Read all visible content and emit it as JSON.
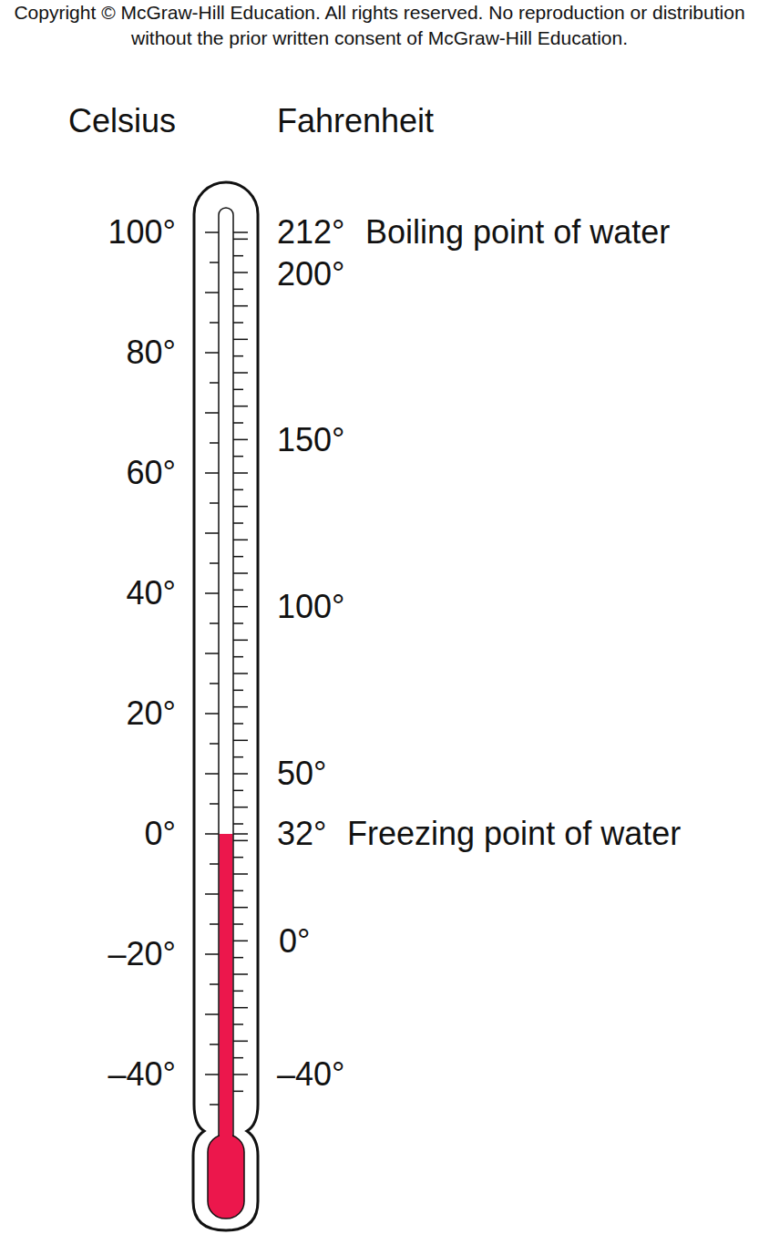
{
  "diagram": {
    "labels": [
      "Copyright © McGraw-Hill Education. All rights reserved. No reproduction or distribution without the prior written consent of McGraw-Hill Education.",
      "Celsius",
      "Fahrenheit",
      "100°",
      "212°",
      "Boiling point of water",
      "200°",
      "80°",
      "150°",
      "60°",
      "40°",
      "100°",
      "20°",
      "50°",
      "0°",
      "32°",
      "Freezing point of water",
      "–20°",
      "0°",
      "–40°",
      "–40°"
    ]
  }
}
